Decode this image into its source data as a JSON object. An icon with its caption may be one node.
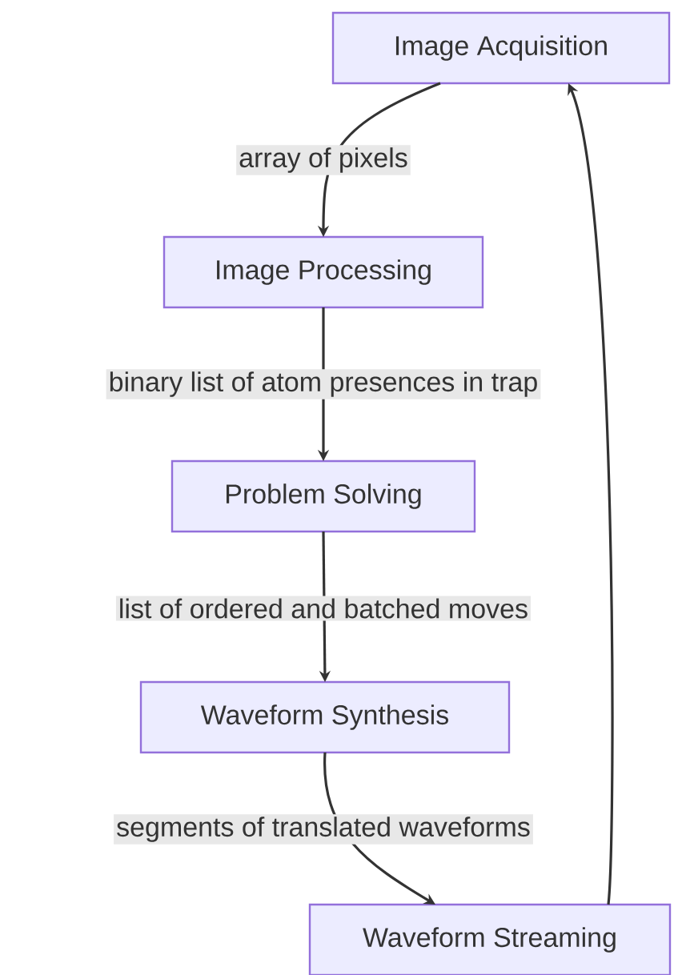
{
  "diagram": {
    "nodes": [
      {
        "text": [
          "Image Acquisition"
        ]
      },
      {
        "text": [
          "Image Processing"
        ]
      },
      {
        "text": [
          "Problem Solving"
        ]
      },
      {
        "text": [
          "Waveform Synthesis"
        ]
      },
      {
        "text": [
          "Waveform Streaming"
        ]
      }
    ],
    "edges": [
      {
        "from": 0,
        "to": 1,
        "arrow": "to",
        "label": "array of pixels"
      },
      {
        "from": 1,
        "to": 2,
        "arrow": "to",
        "label": "binary list of atom presences in trap"
      },
      {
        "from": 2,
        "to": 3,
        "arrow": "to",
        "label": "list of ordered and batched moves"
      },
      {
        "from": 3,
        "to": 4,
        "arrow": "to",
        "label": "segments of translated waveforms"
      },
      {
        "from": 4,
        "to": 0,
        "arrow": "to"
      }
    ]
  }
}
